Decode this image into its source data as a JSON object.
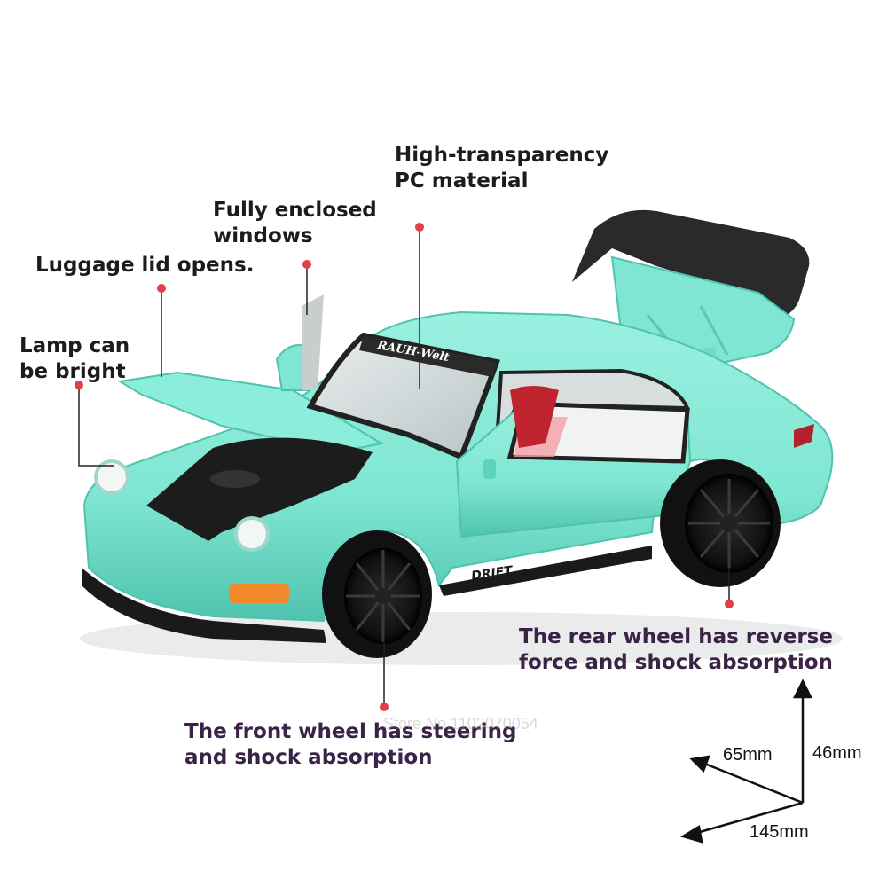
{
  "callouts": {
    "transparency": "High-transparency\nPC material",
    "windows": "Fully enclosed\nwindows",
    "luggage": "Luggage lid opens.",
    "lamp": "Lamp can\nbe bright",
    "rear_wheel": "The rear wheel has reverse\nforce and shock absorption",
    "front_wheel": "The front wheel has steering\nand shock absorption"
  },
  "dimensions": {
    "width": "65mm",
    "height": "46mm",
    "length": "145mm"
  },
  "windshield_banner": "RAUH-Welt",
  "side_decal": "DRIFT",
  "watermark": "Store No.1102070054",
  "colors": {
    "body": "#7ee6d2",
    "body_shadow": "#4fc3ae",
    "dot": "#e0404a",
    "label": "#1c1c1c",
    "label_purple": "#3a2346"
  }
}
